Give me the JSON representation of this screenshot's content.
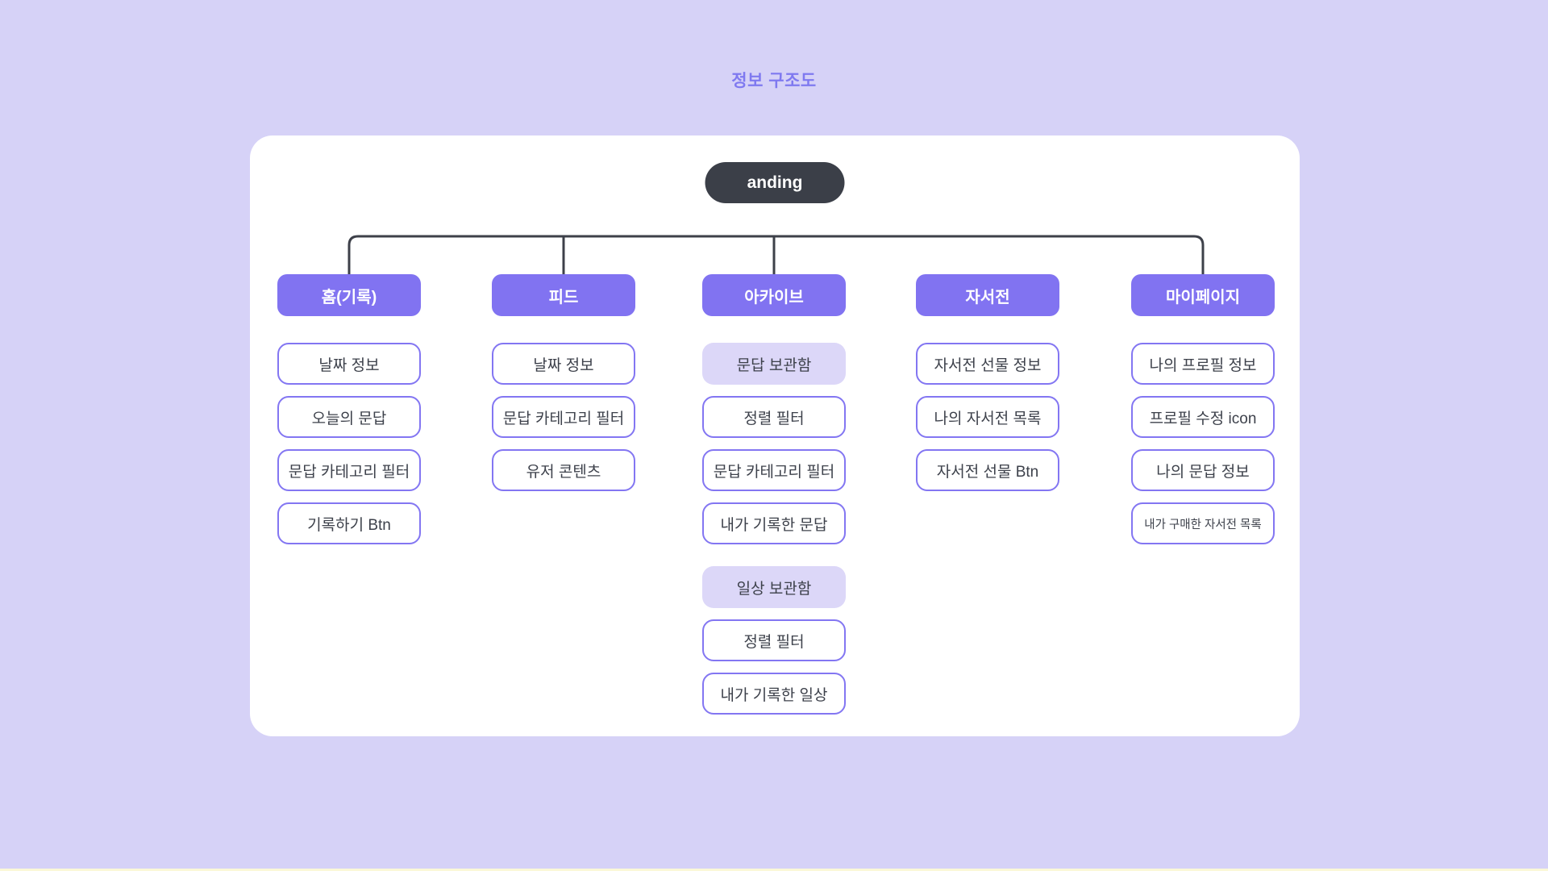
{
  "page": {
    "title": "정보 구조도",
    "background_color": "#d6d2f7",
    "bottom_strip_color": "#fbf8d8"
  },
  "diagram": {
    "root_label": "anding",
    "colors": {
      "root_node": "#3b3f48",
      "header_fill": "#8173f1",
      "node_outline": "#8376f2",
      "node_filled": "#dcd7f8",
      "connector": "#3d4049",
      "node_text": "#3d414b",
      "title_text": "#7f79f0"
    },
    "columns": [
      {
        "header": "홈(기록)",
        "items": [
          {
            "label": "날짜 정보",
            "variant": "outlined"
          },
          {
            "label": "오늘의 문답",
            "variant": "outlined"
          },
          {
            "label": "문답 카테고리 필터",
            "variant": "outlined"
          },
          {
            "label": "기록하기 Btn",
            "variant": "outlined"
          }
        ]
      },
      {
        "header": "피드",
        "items": [
          {
            "label": "날짜 정보",
            "variant": "outlined"
          },
          {
            "label": "문답 카테고리 필터",
            "variant": "outlined"
          },
          {
            "label": "유저 콘텐츠",
            "variant": "outlined"
          }
        ]
      },
      {
        "header": "아카이브",
        "items": [
          {
            "label": "문답 보관함",
            "variant": "filled"
          },
          {
            "label": "정렬 필터",
            "variant": "outlined"
          },
          {
            "label": "문답 카테고리 필터",
            "variant": "outlined"
          },
          {
            "label": "내가 기록한 문답",
            "variant": "outlined"
          },
          {
            "label": "일상 보관함",
            "variant": "filled",
            "spacer_before": true
          },
          {
            "label": "정렬 필터",
            "variant": "outlined"
          },
          {
            "label": "내가 기록한 일상",
            "variant": "outlined"
          }
        ]
      },
      {
        "header": "자서전",
        "items": [
          {
            "label": "자서전 선물 정보",
            "variant": "outlined"
          },
          {
            "label": "나의 자서전 목록",
            "variant": "outlined"
          },
          {
            "label": "자서전 선물 Btn",
            "variant": "outlined"
          }
        ]
      },
      {
        "header": "마이페이지",
        "items": [
          {
            "label": "나의 프로필 정보",
            "variant": "outlined"
          },
          {
            "label": "프로필 수정 icon",
            "variant": "outlined"
          },
          {
            "label": "나의 문답 정보",
            "variant": "outlined"
          },
          {
            "label": "내가 구매한 자서전 목록",
            "variant": "outlined",
            "small": true
          }
        ]
      }
    ]
  }
}
